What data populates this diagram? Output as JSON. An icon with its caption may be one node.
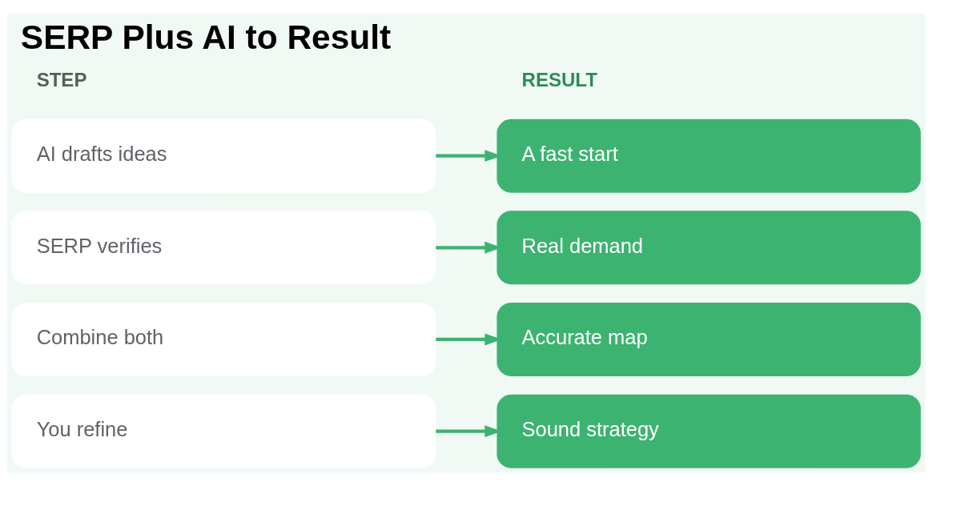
{
  "diagram": {
    "title": "SERP Plus AI to Result",
    "nodes": [
      {
        "text": [
          "AI drafts ideas"
        ]
      },
      {
        "text": [
          "A fast start"
        ]
      },
      {
        "text": [
          "SERP verifies"
        ]
      },
      {
        "text": [
          "Real demand"
        ]
      },
      {
        "text": [
          "Combine both"
        ]
      },
      {
        "text": [
          "Accurate map"
        ]
      },
      {
        "text": [
          "You refine"
        ]
      },
      {
        "text": [
          "Sound strategy"
        ]
      }
    ],
    "edges": [
      {
        "from": 0,
        "to": 1,
        "arrow": "to"
      },
      {
        "from": 2,
        "to": 3,
        "arrow": "to"
      },
      {
        "from": 4,
        "to": 5,
        "arrow": "to"
      },
      {
        "from": 6,
        "to": 7,
        "arrow": "to"
      }
    ],
    "labels": [
      "STEP",
      "RESULT"
    ]
  }
}
